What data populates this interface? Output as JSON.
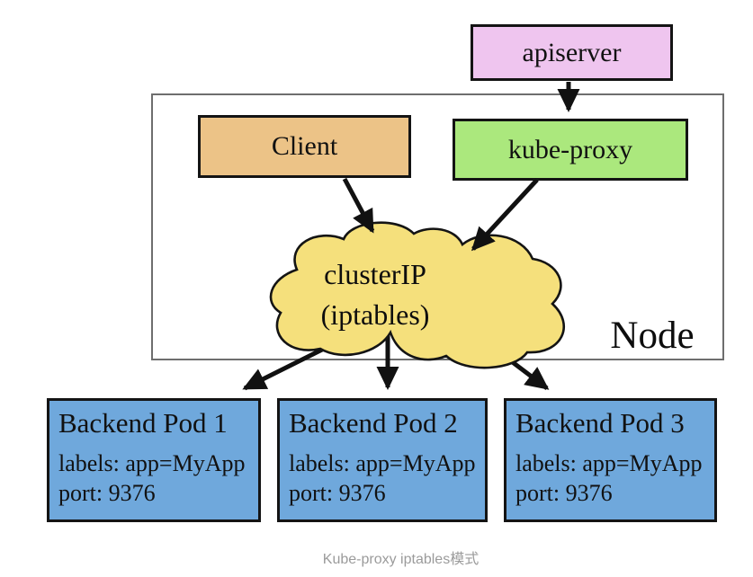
{
  "diagram": {
    "apiserver": {
      "label": "apiserver"
    },
    "client": {
      "label": "Client"
    },
    "kube_proxy": {
      "label": "kube-proxy"
    },
    "cluster_ip": {
      "line1": "clusterIP",
      "line2": "(iptables)"
    },
    "node_label": "Node",
    "pods": [
      {
        "title": "Backend Pod 1",
        "labels": "labels: app=MyApp",
        "port": "port: 9376"
      },
      {
        "title": "Backend Pod 2",
        "labels": "labels: app=MyApp",
        "port": "port: 9376"
      },
      {
        "title": "Backend Pod 3",
        "labels": "labels: app=MyApp",
        "port": "port: 9376"
      }
    ]
  },
  "caption": "Kube-proxy iptables模式",
  "palette": {
    "apiserver_fill": "#efc5ef",
    "client_fill": "#ecc387",
    "kube_proxy_fill": "#abe87d",
    "cluster_ip_fill": "#f5e07c",
    "pod_fill": "#6fa8dc",
    "arrow_color": "#111111",
    "node_border": "#6e6e6e",
    "caption_color": "#9b9b9b"
  }
}
